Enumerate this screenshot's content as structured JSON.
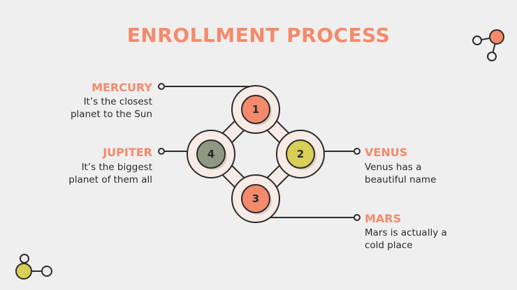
{
  "title": "ENROLLMENT PROCESS",
  "steps": [
    {
      "number": "1",
      "heading": "MERCURY",
      "line1": "It’s the closest",
      "line2": "planet to the Sun",
      "color": "#f48a6c"
    },
    {
      "number": "2",
      "heading": "VENUS",
      "line1": "Venus has a",
      "line2": "beautiful name",
      "color": "#d9cf58"
    },
    {
      "number": "3",
      "heading": "MARS",
      "line1": "Mars is actually a",
      "line2": "cold place",
      "color": "#f48a6c"
    },
    {
      "number": "4",
      "heading": "JUPITER",
      "line1": "It’s the biggest",
      "line2": "planet of them all",
      "color": "#8f9883"
    }
  ],
  "colors": {
    "accent": "#f48a6c",
    "yellow": "#d9cf58",
    "sage": "#8f9883",
    "ring": "#f7ebe6",
    "outline": "#2b2b2b",
    "background": "#efefef"
  },
  "icons": [
    "molecule-icon-top-right",
    "molecule-icon-bottom-left"
  ]
}
